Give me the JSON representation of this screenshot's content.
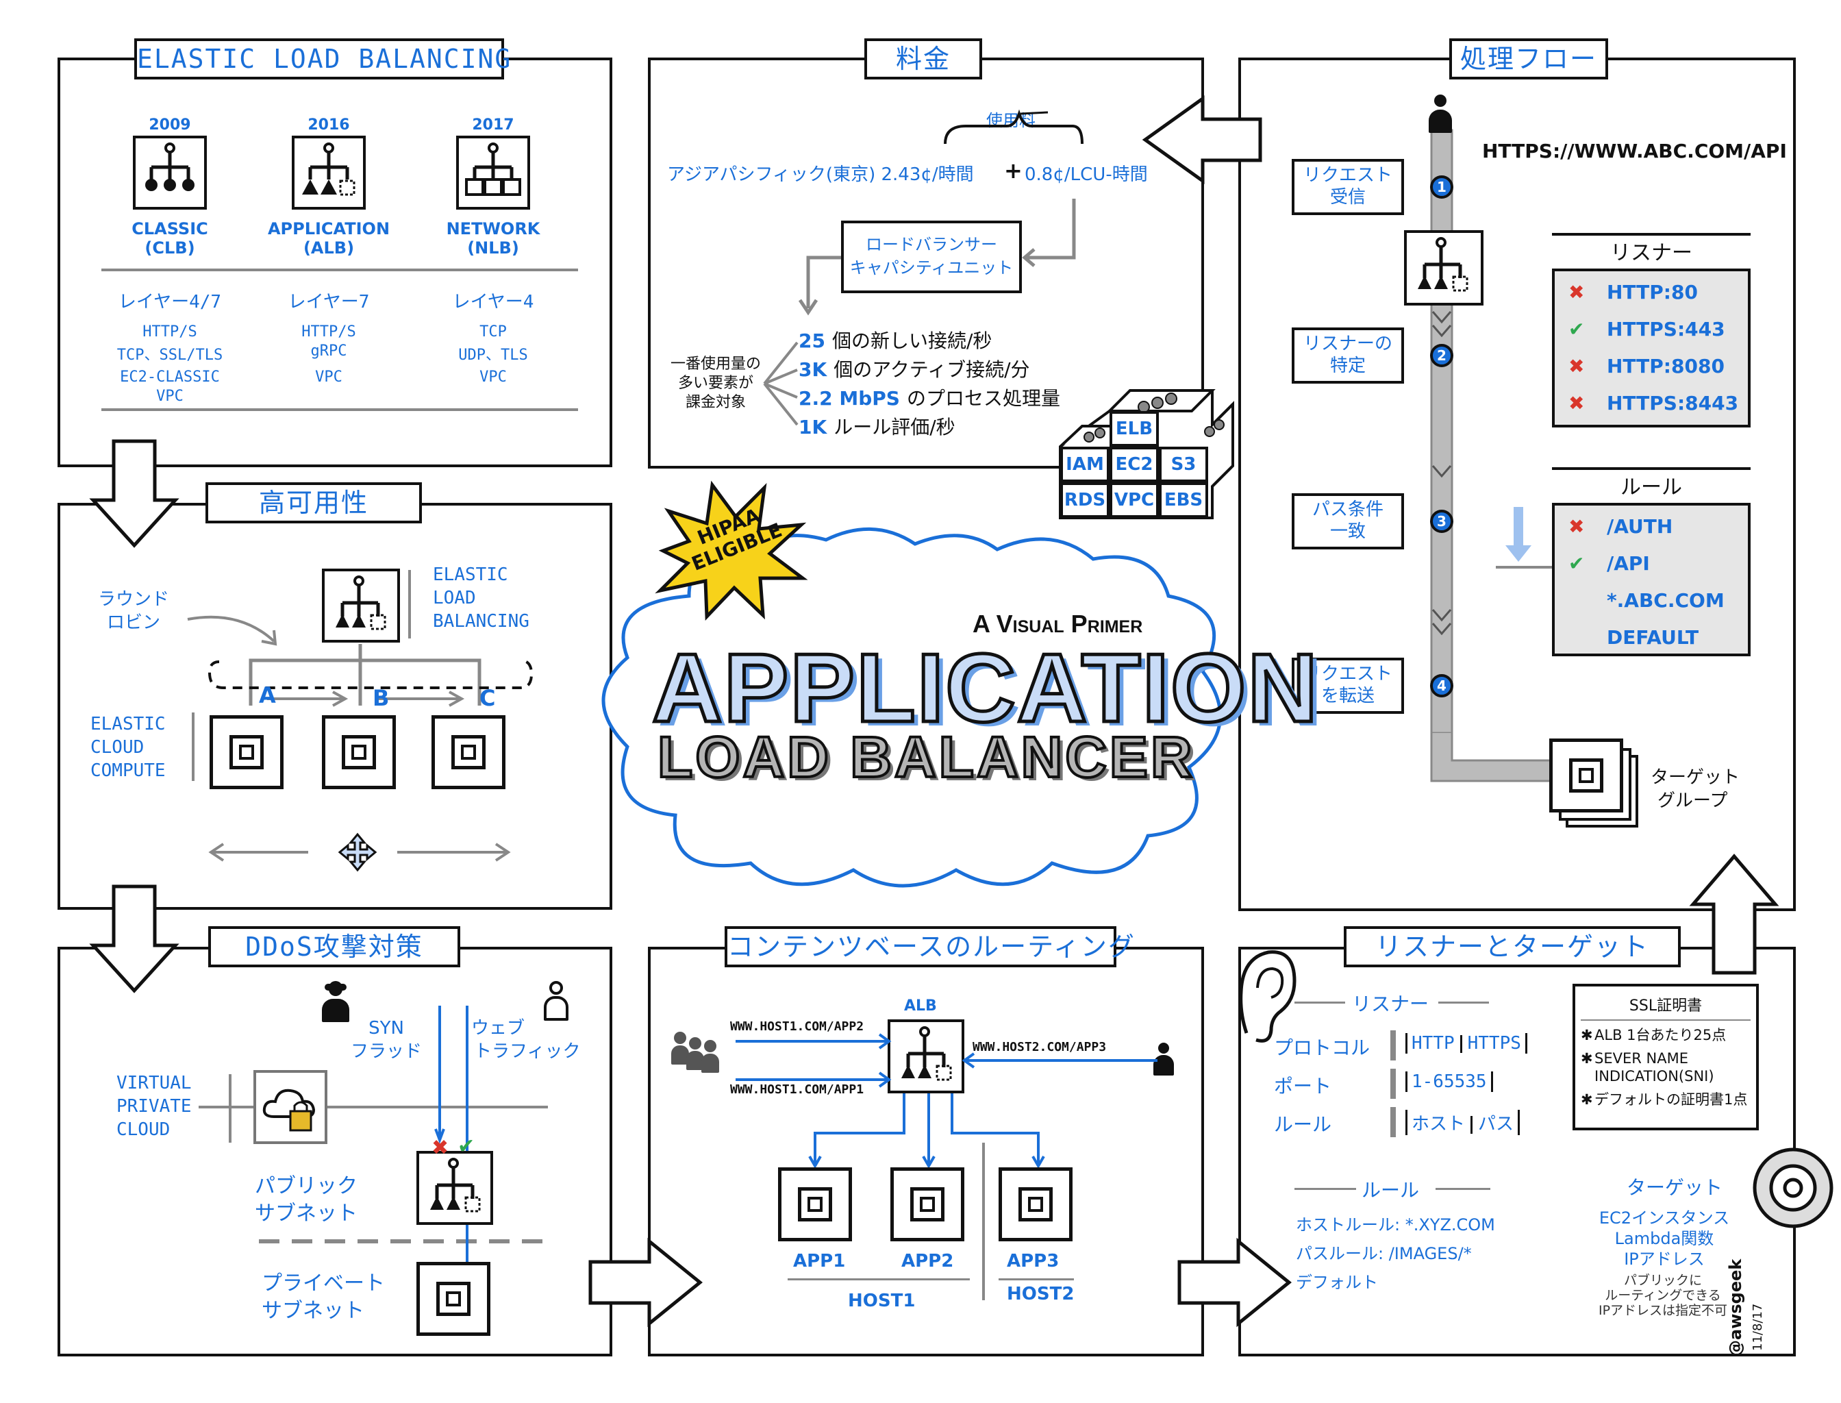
{
  "colors": {
    "accent": "#1a6fd8",
    "title_fill": "#c9dcf7",
    "gray": "#888888",
    "error": "#d9362b",
    "ok": "#2fa84f",
    "hipaa": "#f7d21a"
  },
  "center": {
    "subtitle": "A Visual Primer",
    "title1": "APPLICATION",
    "title2": "LOAD BALANCER",
    "badge": [
      "HIPAA",
      "ELIGIBLE"
    ]
  },
  "elb": {
    "title": "ELASTIC LOAD BALANCING",
    "types": [
      {
        "year": "2009",
        "name": "CLASSIC",
        "abbr": "(CLB)",
        "layer": "レイヤー4/7",
        "proto": [
          "HTTP/S",
          "TCP、SSL/TLS"
        ],
        "net": [
          "EC2-CLASSIC",
          "VPC"
        ]
      },
      {
        "year": "2016",
        "name": "APPLICATION",
        "abbr": "(ALB)",
        "layer": "レイヤー7",
        "proto": [
          "HTTP/S",
          "gRPC"
        ],
        "net": [
          "VPC"
        ]
      },
      {
        "year": "2017",
        "name": "NETWORK",
        "abbr": "(NLB)",
        "layer": "レイヤー4",
        "proto": [
          "TCP",
          "UDP、TLS"
        ],
        "net": [
          "VPC"
        ]
      }
    ]
  },
  "pricing": {
    "title": "料金",
    "usage_label": "使用料",
    "region_line": "アジアパシフィック(東京) 2.43¢/時間",
    "plus": "+",
    "lcu_rate": "0.8¢/LCU-時間",
    "lcu_box": [
      "ロードバランサー",
      "キャパシティユニット"
    ],
    "billing_note": [
      "一番使用量の",
      "多い要素が",
      "課金対象"
    ],
    "dims": [
      {
        "v": "25",
        "t": "個の新しい接続/秒"
      },
      {
        "v": "3K",
        "t": "個のアクティブ接続/分"
      },
      {
        "v": "2.2 MbPS",
        "t": "のプロセス処理量"
      },
      {
        "v": "1K",
        "t": "ルール評価/秒"
      }
    ],
    "services": [
      "ELB",
      "IAM",
      "EC2",
      "S3",
      "RDS",
      "VPC",
      "EBS"
    ]
  },
  "flow": {
    "title": "処理フロー",
    "url": "HTTPS://WWW.ABC.COM/API",
    "steps": [
      {
        "n": "1",
        "label": [
          "リクエスト",
          "受信"
        ]
      },
      {
        "n": "2",
        "label": [
          "リスナーの",
          "特定"
        ]
      },
      {
        "n": "3",
        "label": [
          "パス条件",
          "一致"
        ]
      },
      {
        "n": "4",
        "label": [
          "リクエスト",
          "を転送"
        ]
      }
    ],
    "listener_title": "リスナー",
    "listeners": [
      {
        "mark": "✖",
        "ok": false,
        "text": "HTTP:80"
      },
      {
        "mark": "✔",
        "ok": true,
        "text": "HTTPS:443"
      },
      {
        "mark": "✖",
        "ok": false,
        "text": "HTTP:8080"
      },
      {
        "mark": "✖",
        "ok": false,
        "text": "HTTPS:8443"
      }
    ],
    "rule_title": "ルール",
    "rules": [
      {
        "mark": "✖",
        "ok": false,
        "text": "/AUTH"
      },
      {
        "mark": "✔",
        "ok": true,
        "text": "/API"
      },
      {
        "mark": "",
        "ok": true,
        "text": "*.ABC.COM"
      },
      {
        "mark": "",
        "ok": true,
        "text": "DEFAULT"
      }
    ],
    "target_group": [
      "ターゲット",
      "グループ"
    ]
  },
  "ha": {
    "title": "高可用性",
    "round_robin": [
      "ラウンド",
      "ロビン"
    ],
    "elb_label": [
      "ELASTIC",
      "LOAD",
      "BALANCING"
    ],
    "ec2_label": [
      "ELASTIC",
      "CLOUD",
      "COMPUTE"
    ],
    "az": [
      "A",
      "B",
      "C"
    ]
  },
  "ddos": {
    "title": "DDoS攻撃対策",
    "syn": [
      "SYN",
      "フラッド"
    ],
    "web": [
      "ウェブ",
      "トラフィック"
    ],
    "vpc": [
      "VIRTUAL",
      "PRIVATE",
      "CLOUD"
    ],
    "public": [
      "パブリック",
      "サブネット"
    ],
    "private": [
      "プライベート",
      "サブネット"
    ]
  },
  "content": {
    "title": "コンテンツベースのルーティング",
    "alb": "ALB",
    "urls": [
      "WWW.HOST1.COM/APP2",
      "WWW.HOST1.COM/APP1",
      "WWW.HOST2.COM/APP3"
    ],
    "apps": [
      "APP1",
      "APP2",
      "APP3"
    ],
    "hosts": [
      "HOST1",
      "HOST2"
    ]
  },
  "lt": {
    "title": "リスナーとターゲット",
    "listener_head": "リスナー",
    "listener_rows": [
      {
        "k": "プロトコル",
        "v": [
          "HTTP",
          "HTTPS"
        ]
      },
      {
        "k": "ポート",
        "v": [
          "1-65535"
        ]
      },
      {
        "k": "ルール",
        "v": [
          "ホスト",
          "パス"
        ]
      }
    ],
    "ssl_title": "SSL証明書",
    "ssl_items": [
      "ALB 1台あたり25点",
      "SEVER NAME INDICATION(SNI)",
      "デフォルトの証明書1点"
    ],
    "rule_head": "ルール",
    "rule_items": [
      "ホストルール: *.XYZ.COM",
      "パスルール: /IMAGES/*",
      "デフォルト"
    ],
    "target_head": "ターゲット",
    "target_items": [
      "EC2インスタンス",
      "Lambda関数",
      "IPアドレス"
    ],
    "target_note": [
      "パブリックに",
      "ルーティングできる",
      "IPアドレスは指定不可"
    ],
    "signature": "@awsgeek",
    "date": "11/8/17"
  }
}
